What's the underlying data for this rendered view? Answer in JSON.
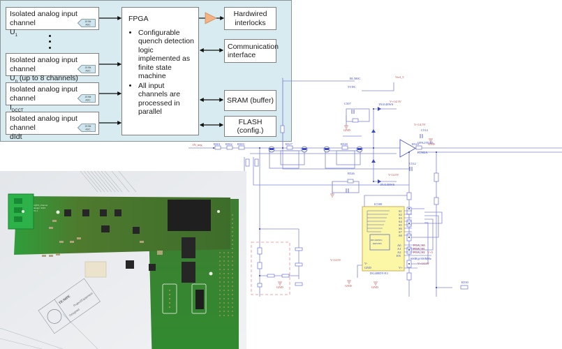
{
  "block_diagram": {
    "inputs": [
      {
        "label": "Isolated analog input channel",
        "sub_main": "U",
        "sub_script": "1",
        "adc": [
          "20 Bit",
          "ADC"
        ]
      },
      {
        "label": "Isolated analog input channel",
        "sub_main": "U",
        "sub_script": "n",
        "sub_tail": " (up to 8 channels)",
        "adc": [
          "20 Bit",
          "ADC"
        ]
      },
      {
        "label": "Isolated analog input channel",
        "sub_main": "I",
        "sub_script": "DCCT",
        "adc": [
          "20 Bit",
          "ADC"
        ]
      },
      {
        "label": "Isolated analog input channel",
        "sub_main": "dIdt",
        "sub_script": "",
        "adc": [
          "20 Bit",
          "ADC"
        ]
      }
    ],
    "ellipsis": "⋮",
    "fpga": {
      "title": "FPGA",
      "bullets": [
        "Configurable quench detection logic implemented as finite state machine",
        "All input channels are processed in parallel"
      ]
    },
    "outputs": [
      {
        "label": "Hardwired interlocks"
      },
      {
        "label": "Communication interface"
      },
      {
        "label": "SRAM (buffer)"
      },
      {
        "label": "FLASH (config.)"
      }
    ],
    "colors": {
      "background": "#d8ebf1",
      "amplifier": "#f5b383",
      "border": "#7f7f7f"
    }
  },
  "schematic": {
    "net_input": "IN_neg",
    "resistors_input": [
      "R501",
      "R502",
      "R503"
    ],
    "resistor_input_value": "330",
    "mosfets": [
      "T500",
      "T501",
      "T502",
      "T503"
    ],
    "mosfet_part": "BSS126",
    "r_mid": [
      {
        "name": "R527",
        "value": "1k"
      },
      {
        "name": "R528",
        "value": "1k"
      }
    ],
    "diodes": [
      {
        "name": "D504",
        "part": "1N4148WS"
      },
      {
        "name": "D505",
        "part": "1N4148WS"
      },
      {
        "name": "D500",
        "part": "1N4148WS"
      },
      {
        "name": "D501",
        "part": "1N4148WS"
      }
    ],
    "caps": [
      {
        "name": "C507",
        "value": "10nF"
      },
      {
        "name": "C506",
        "value": "10nF"
      },
      {
        "name": "C514",
        "value": "1uF"
      },
      {
        "name": "C512",
        "value": "12pF"
      }
    ],
    "resistors_bias": [
      {
        "name": "R529",
        "value": "10k"
      },
      {
        "name": "R526",
        "value": "10k"
      },
      {
        "name": "R524",
        "value": "330"
      }
    ],
    "supply_pos": "V+14.5V",
    "supply_neg": "V-14.5V",
    "vref": "Vref_5",
    "gnd": "GND",
    "opamp": {
      "part": "OPA2192ID",
      "ref": "IC502A"
    },
    "relay": {
      "part": "RL500C",
      "coil": "5VDC"
    },
    "mux": {
      "ref": "IC500",
      "part": "DG408DY-E3",
      "switch_pins": [
        "S1",
        "S2",
        "S3",
        "S4",
        "S5",
        "S6",
        "S7",
        "S8"
      ],
      "addr_pins": [
        "A0",
        "A1",
        "A2",
        "EN"
      ],
      "power_pins": [
        "V-",
        "GND",
        "V+"
      ],
      "decoder_label": [
        "DECODERS/",
        "DRIVERS"
      ],
      "addr_nets": [
        "PGA_A0",
        "PGA_A1",
        "PGA_A2"
      ],
      "ferrite": "600R@100MHz",
      "en_supply": "V+5"
    },
    "r_bottom": "R530"
  },
  "photo": {
    "description": "Photo of green PCB: quench detection channel board mounted on carrier",
    "stamp_text": [
      "TE/MPE",
      "Project/Equipment",
      "Designed"
    ],
    "board_label": [
      "nQPS_channel",
      "design: 2015",
      "V1.1"
    ]
  }
}
